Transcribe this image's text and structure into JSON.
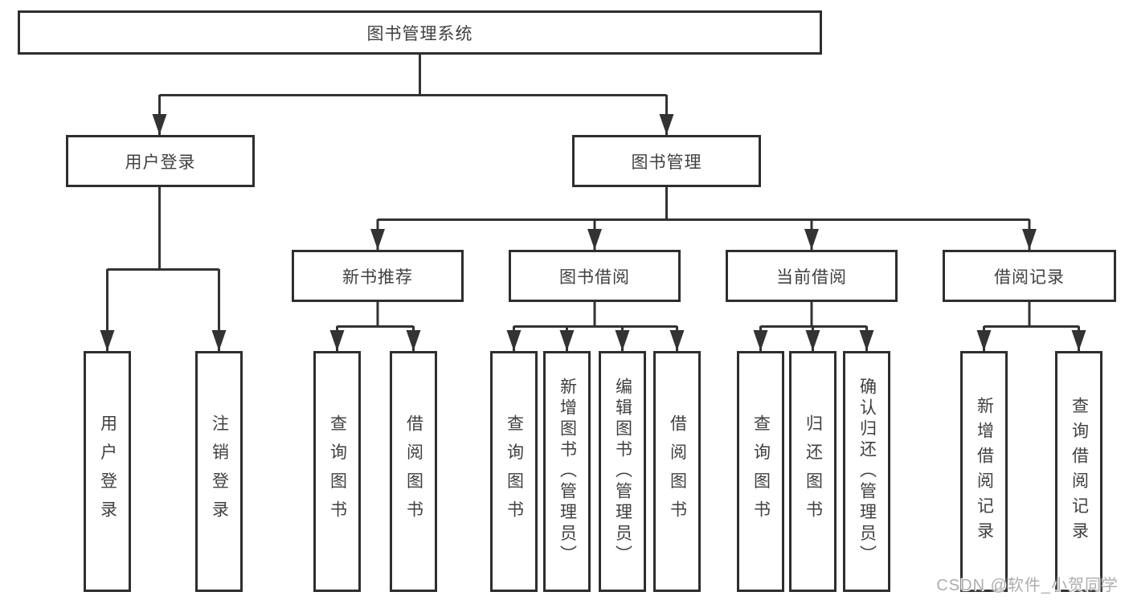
{
  "diagram": {
    "root": {
      "label": "图书管理系统"
    },
    "branches": [
      {
        "label": "用户登录",
        "children": [
          {
            "label": "用户登录"
          },
          {
            "label": "注销登录"
          }
        ]
      },
      {
        "label": "图书管理",
        "children": [
          {
            "label": "新书推荐",
            "children": [
              {
                "label": "查询图书"
              },
              {
                "label": "借阅图书"
              }
            ]
          },
          {
            "label": "图书借阅",
            "children": [
              {
                "label": "查询图书"
              },
              {
                "label": "新增图书（管理员）"
              },
              {
                "label": "编辑图书（管理员）"
              },
              {
                "label": "借阅图书"
              }
            ]
          },
          {
            "label": "当前借阅",
            "children": [
              {
                "label": "查询图书"
              },
              {
                "label": "归还图书"
              },
              {
                "label": "确认归还（管理员）"
              }
            ]
          },
          {
            "label": "借阅记录",
            "children": [
              {
                "label": "新增借阅记录"
              },
              {
                "label": "查询借阅记录"
              }
            ]
          }
        ]
      }
    ],
    "watermark": "CSDN @软件_小贺同学",
    "colors": {
      "line": "#333333",
      "box_border": "#2e2e2e",
      "box_fill": "#ffffff",
      "text": "#404040",
      "watermark": "#adadad",
      "background": "#ffffff"
    }
  }
}
